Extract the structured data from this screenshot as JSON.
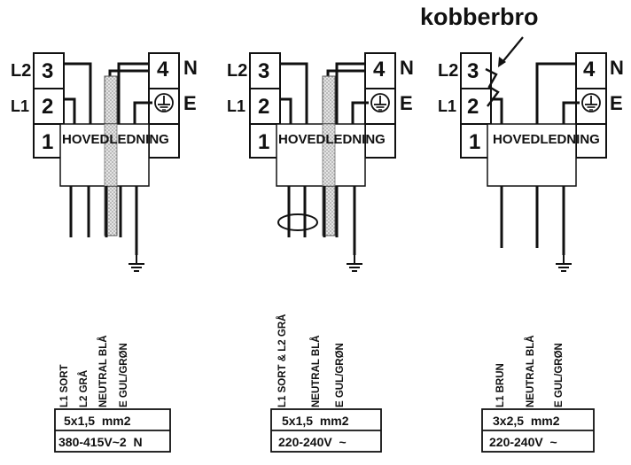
{
  "callout": "kobberbro",
  "diagrams": [
    {
      "left_labels": {
        "l2": "L2",
        "l1": "L1"
      },
      "terminals": {
        "t3": "3",
        "t2": "2",
        "t1": "1",
        "t4": "4"
      },
      "right_labels": {
        "n": "N",
        "e": "E"
      },
      "block_label": "HOVEDLEDNING",
      "wire_labels": [
        "L1 SORT",
        "L2 GRÅ",
        "NEUTRAL BLÅ",
        "E GUL/GRØN"
      ],
      "cable_spec": "5x1,5  mm2",
      "supply": "380-415V~2  N"
    },
    {
      "left_labels": {
        "l2": "L2",
        "l1": "L1"
      },
      "terminals": {
        "t3": "3",
        "t2": "2",
        "t1": "1",
        "t4": "4"
      },
      "right_labels": {
        "n": "N",
        "e": "E"
      },
      "block_label": "HOVEDLEDNING",
      "wire_labels": [
        "L1 SORT &  L2 GRÅ",
        "NEUTRAL BLÅ",
        "E GUL/GRØN"
      ],
      "cable_spec": "5x1,5  mm2",
      "supply": "220-240V  ~"
    },
    {
      "left_labels": {
        "l2": "L2",
        "l1": "L1"
      },
      "terminals": {
        "t3": "3",
        "t2": "2",
        "t1": "1",
        "t4": "4"
      },
      "right_labels": {
        "n": "N",
        "e": "E"
      },
      "block_label": "HOVEDLEDNING",
      "wire_labels": [
        "L1 BRUN",
        "NEUTRAL BLÅ",
        "E GUL/GRØN"
      ],
      "cable_spec": "3x2,5  mm2",
      "supply": "220-240V  ~"
    }
  ]
}
